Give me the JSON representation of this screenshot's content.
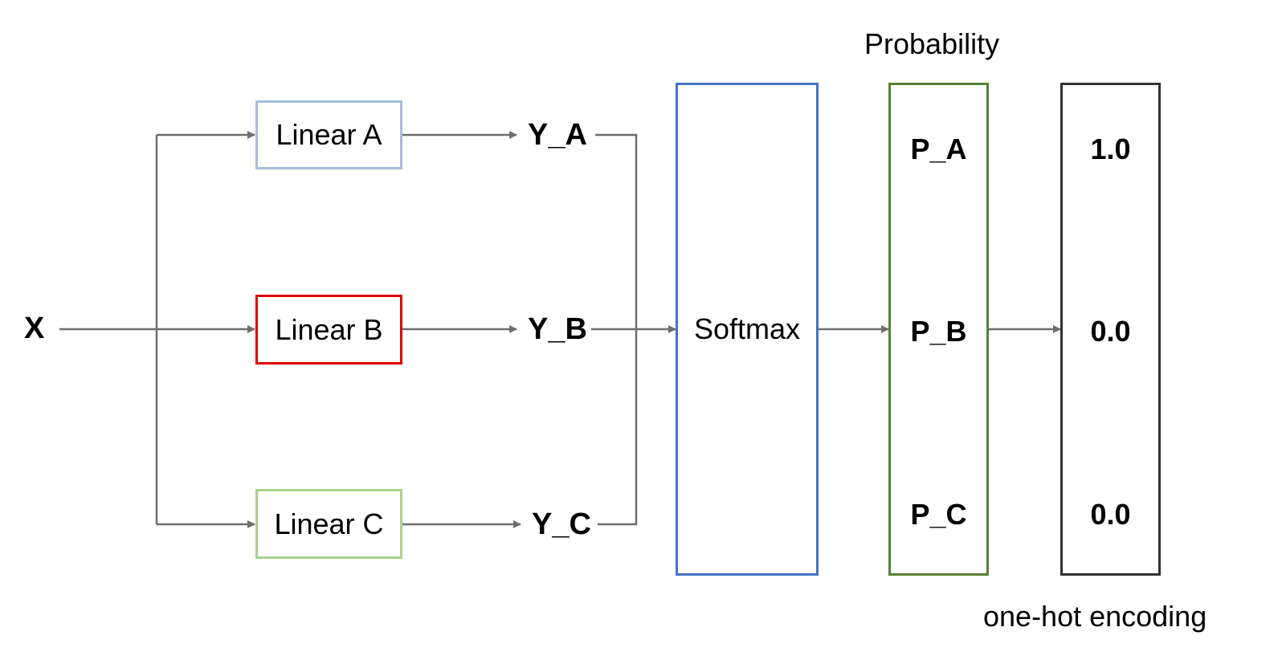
{
  "input": {
    "label": "X"
  },
  "linear_boxes": [
    {
      "label": "Linear A",
      "color": "#a3bfdb"
    },
    {
      "label": "Linear B",
      "color": "#e00000"
    },
    {
      "label": "Linear C",
      "color": "#a9d18e"
    }
  ],
  "outputs": [
    "Y_A",
    "Y_B",
    "Y_C"
  ],
  "softmax": {
    "label": "Softmax",
    "color": "#4472c4"
  },
  "probability": {
    "title": "Probability",
    "color": "#548235",
    "items": [
      "P_A",
      "P_B",
      "P_C"
    ]
  },
  "onehot": {
    "caption": "one-hot encoding",
    "color": "#333333",
    "values": [
      "1.0",
      "0.0",
      "0.0"
    ]
  },
  "arrow_color": "#6e6e6e"
}
